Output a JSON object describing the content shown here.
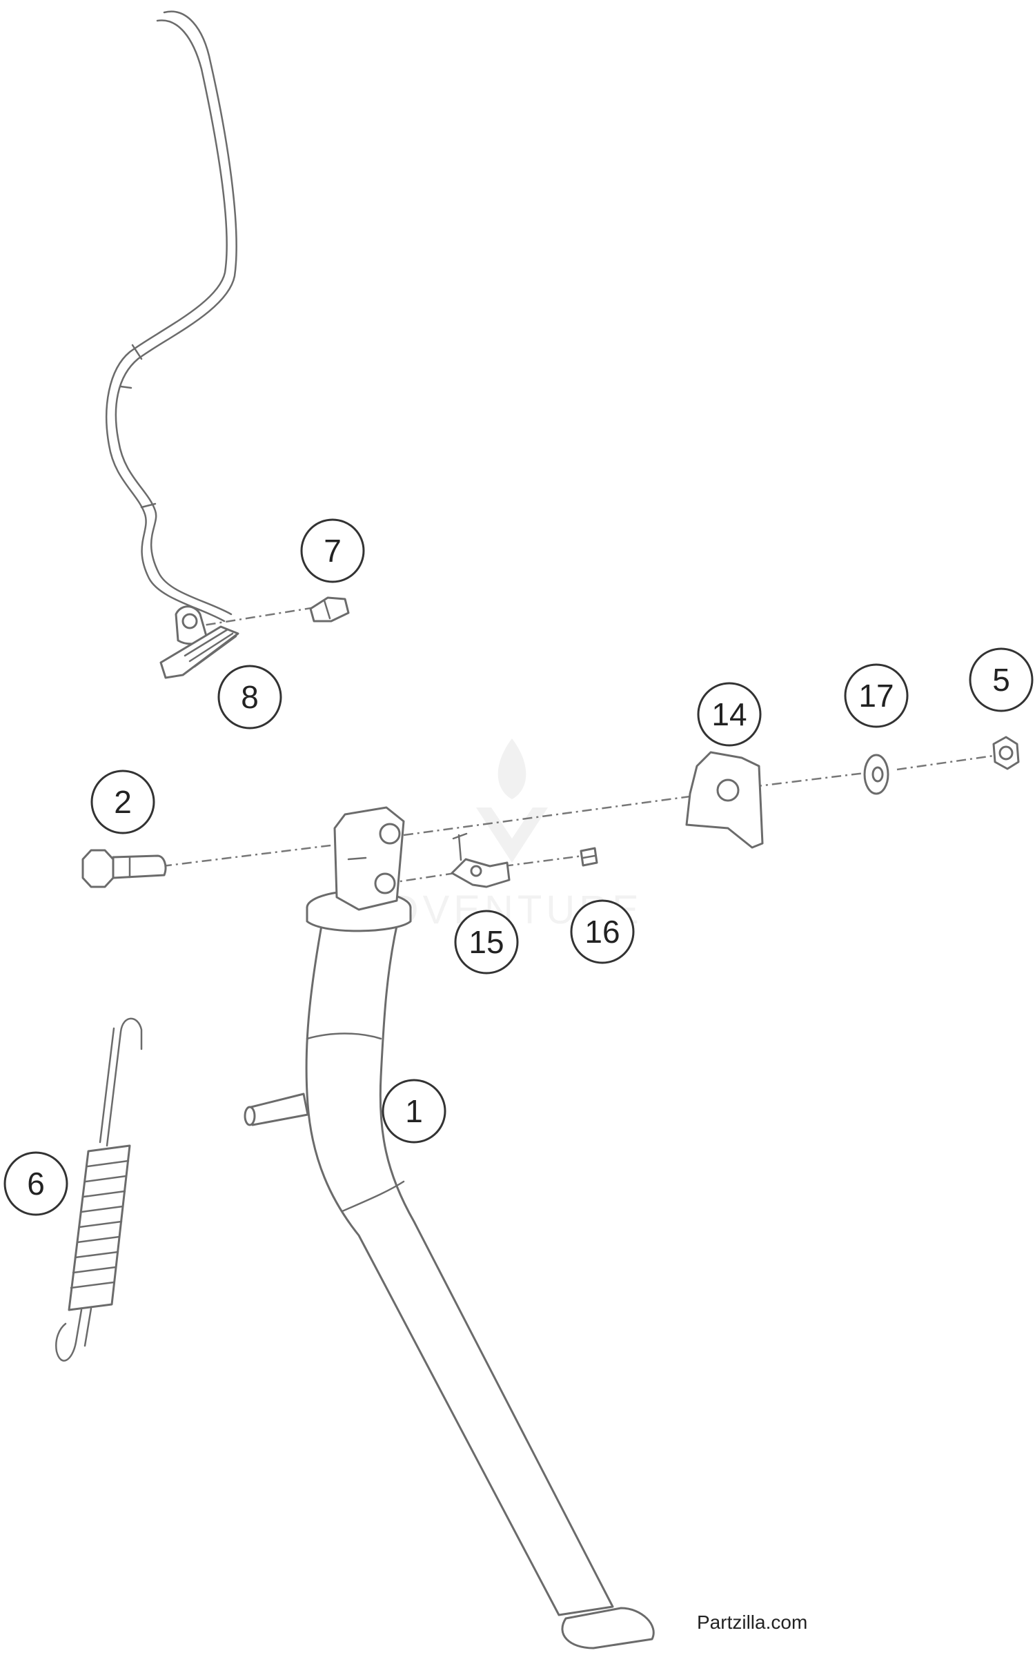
{
  "diagram": {
    "callouts": [
      {
        "label": "1"
      },
      {
        "label": "2"
      },
      {
        "label": "5"
      },
      {
        "label": "6"
      },
      {
        "label": "7"
      },
      {
        "label": "8"
      },
      {
        "label": "14"
      },
      {
        "label": "15"
      },
      {
        "label": "16"
      },
      {
        "label": "17"
      }
    ],
    "watermark": "ADVENTURE",
    "copyright": "Partzilla.com"
  },
  "colors": {
    "line": "#6b6b6b",
    "callout_stroke": "#333333",
    "background": "#ffffff"
  }
}
